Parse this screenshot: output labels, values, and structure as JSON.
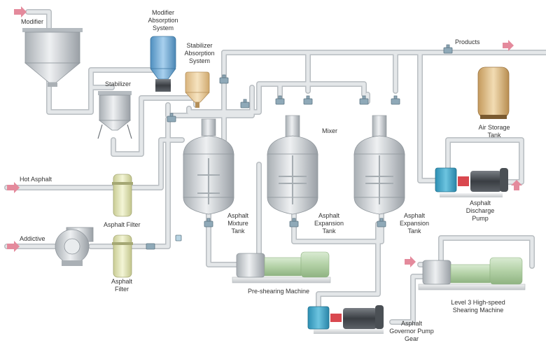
{
  "labels": {
    "modifier": "Modifier",
    "modifier_absorption": [
      "Modifier",
      "Absorption",
      "System"
    ],
    "stabilizer_absorption": [
      "Stabilizer",
      "Absorption",
      "System"
    ],
    "stabilizer": "Stabilizer",
    "products": "Products",
    "mixer": "Mixer",
    "air_storage": [
      "Air Storage",
      "Tank"
    ],
    "hot_asphalt": "Hot Asphalt",
    "addictive": "Addictive",
    "asphalt_filter_1": "Asphalt Filter",
    "asphalt_filter_2": [
      "Asphalt",
      "Filter"
    ],
    "mixture_tank": [
      "Asphalt",
      "Mixture",
      "Tank"
    ],
    "expansion_tank_1": [
      "Asphalt",
      "Expansion",
      "Tank"
    ],
    "expansion_tank_2": [
      "Asphalt",
      "Expansion",
      "Tank"
    ],
    "discharge_pump": [
      "Asphalt",
      "Discharge",
      "Pump"
    ],
    "pre_shearing": "Pre-shearing Machine",
    "high_speed_shearing": [
      "Level 3 High-speed",
      "Shearing Machine"
    ],
    "governor_pump": [
      "Asphalt",
      "Governor Pump",
      "Gear"
    ]
  },
  "colors": {
    "pipe": "#d9dde0",
    "pipe_edge": "#b9bec2",
    "tank_silver": "#c9ced2",
    "modifier_blue": "#7fb3d9",
    "stabilizer_tan": "#e9cfa0",
    "filter_yellow": "#e3e6b8",
    "motor_green": "#bfd9b4",
    "pump_teal": "#3fa4c4",
    "air_tank": "#e2c08f",
    "arrow_pink": "#e48a9c"
  }
}
